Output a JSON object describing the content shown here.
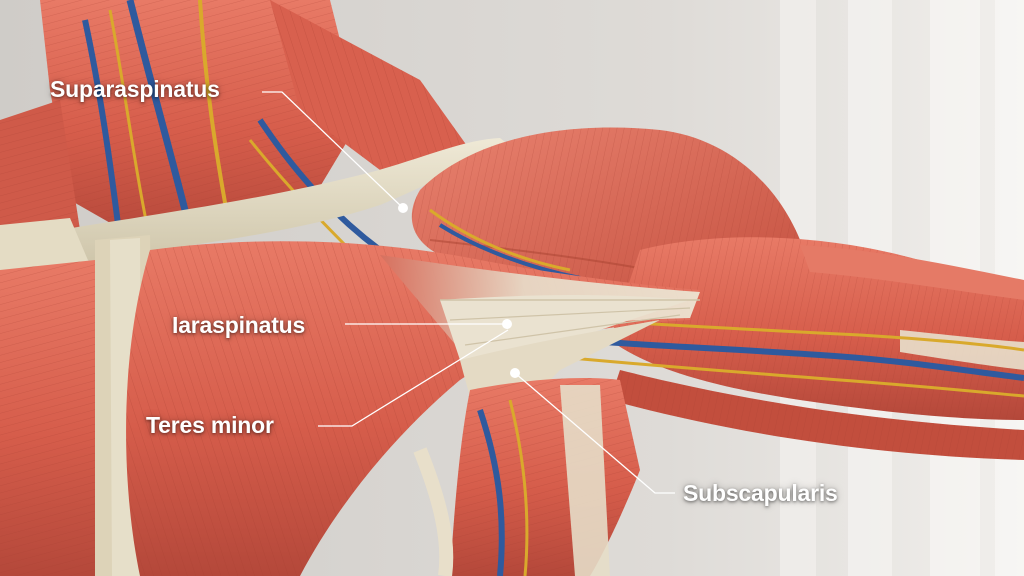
{
  "labels": {
    "supraspinatus": "Suparaspinatus",
    "infraspinatus": "Iaraspinatus",
    "teres_minor": "Teres minor",
    "subscapularis": "Subscapularis"
  },
  "colors": {
    "muscle": "#d9604f",
    "muscle_dark": "#b84636",
    "tendon": "#e8e0cc",
    "bone": "#ddd6bf",
    "nerve_yellow": "#d9a92c",
    "vessel_blue": "#2f5a9e",
    "background": "#d9d6d2",
    "label_text": "#ffffff"
  }
}
